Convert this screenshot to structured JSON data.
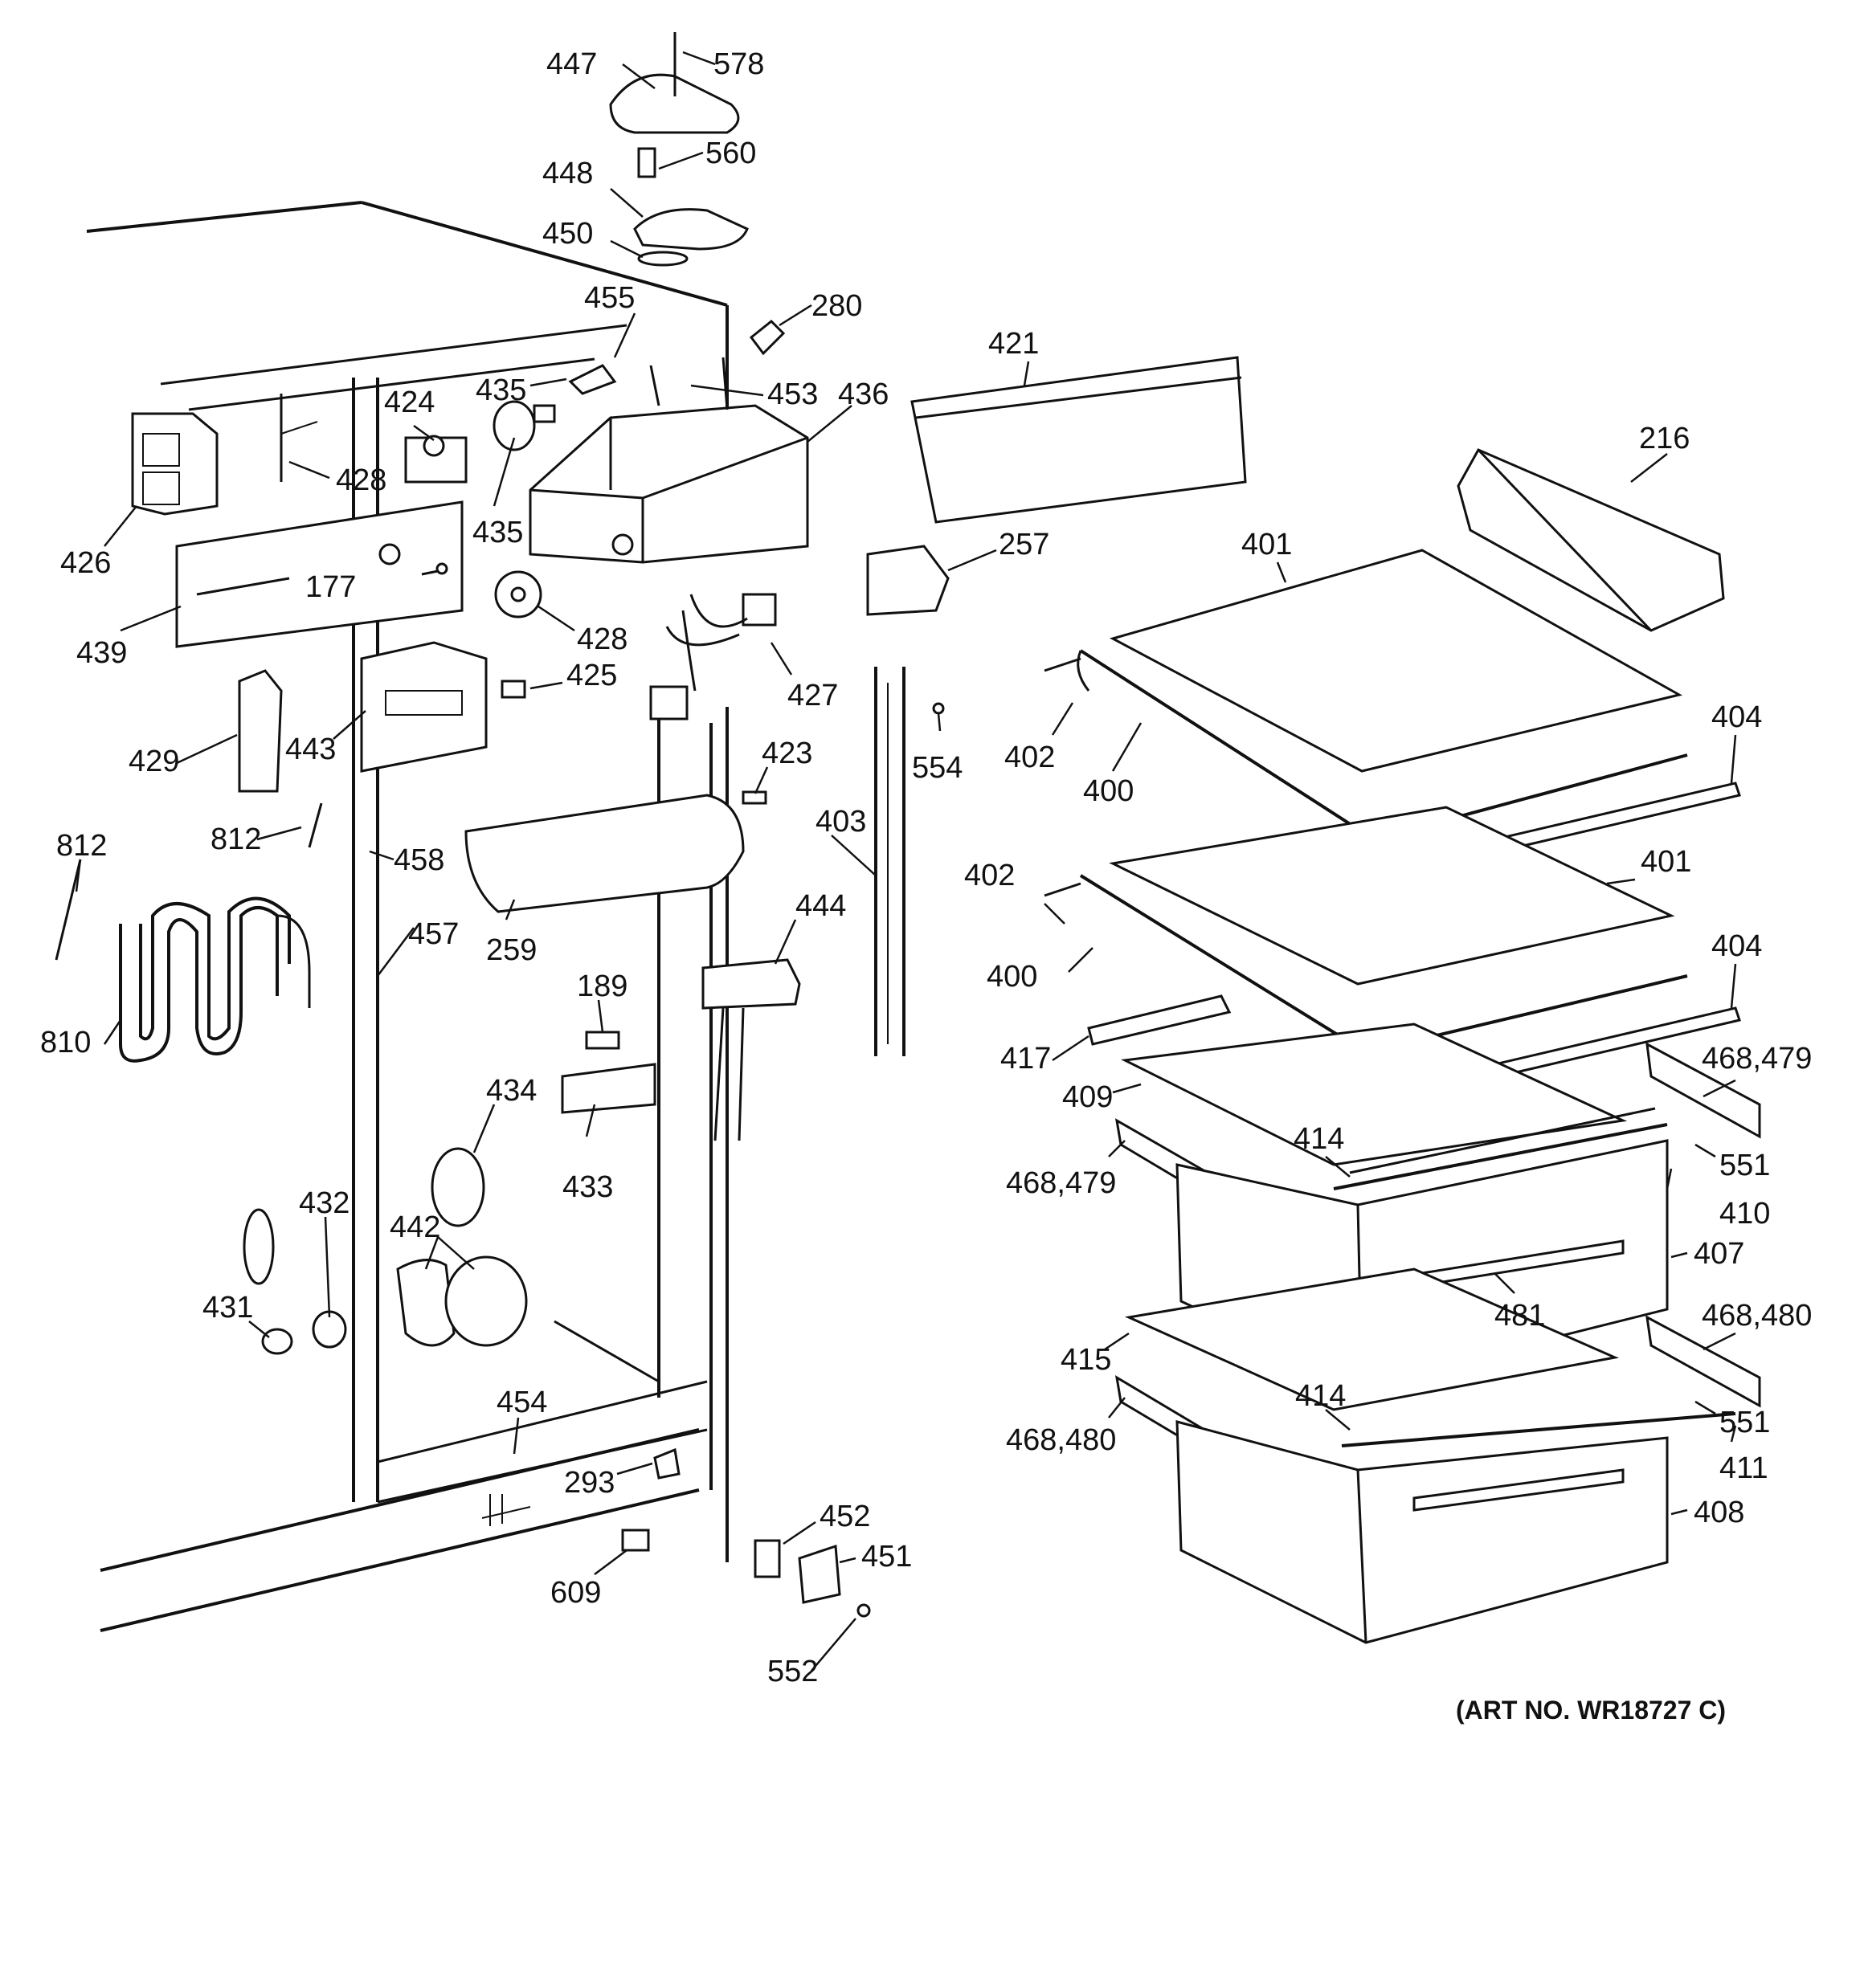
{
  "diagram": {
    "art_number": "(ART NO. WR18727 C)",
    "labels": {
      "p447": "447",
      "p578": "578",
      "p560": "560",
      "p448": "448",
      "p450": "450",
      "p280": "280",
      "p455": "455",
      "p453": "453",
      "p436": "436",
      "p435a": "435",
      "p424": "424",
      "p428a": "428",
      "p426": "426",
      "p435b": "435",
      "p177": "177",
      "p439": "439",
      "p428b": "428",
      "p425": "425",
      "p427": "427",
      "p429": "429",
      "p443": "443",
      "p812a": "812",
      "p812b": "812",
      "p458": "458",
      "p457": "457",
      "p810": "810",
      "p259": "259",
      "p423": "423",
      "p403": "403",
      "p444": "444",
      "p189": "189",
      "p434": "434",
      "p433": "433",
      "p432": "432",
      "p442": "442",
      "p431": "431",
      "p454": "454",
      "p293": "293",
      "p609": "609",
      "p452": "452",
      "p451": "451",
      "p552": "552",
      "p421": "421",
      "p216": "216",
      "p257": "257",
      "p401a": "401",
      "p402a": "402",
      "p400a": "400",
      "p404a": "404",
      "p554": "554",
      "p402b": "402",
      "p401b": "401",
      "p400b": "400",
      "p404b": "404",
      "p417": "417",
      "p409": "409",
      "p468_479a": "468,479",
      "p468_479b": "468,479",
      "p414a": "414",
      "p551a": "551",
      "p410": "410",
      "p407": "407",
      "p481": "481",
      "p415": "415",
      "p468_480a": "468,480",
      "p468_480b": "468,480",
      "p414b": "414",
      "p551b": "551",
      "p411": "411",
      "p408": "408"
    }
  }
}
